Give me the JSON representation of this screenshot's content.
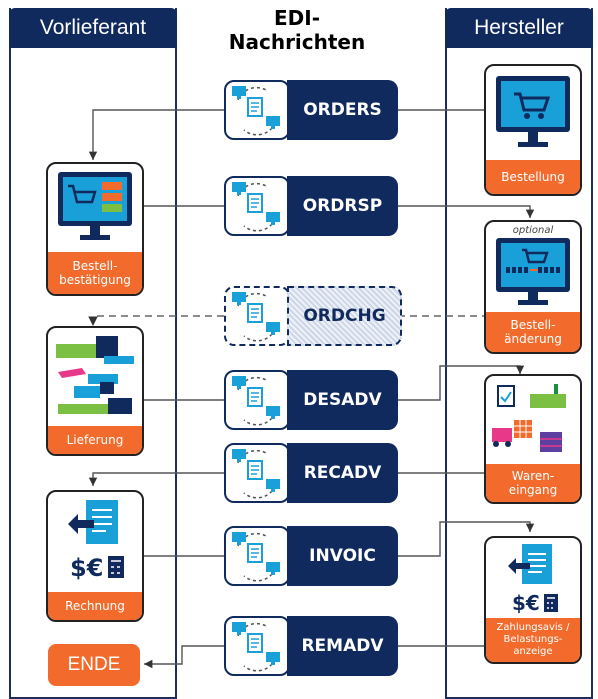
{
  "lanes": {
    "left": "Vorlieferant",
    "right": "Hersteller"
  },
  "center_title": {
    "line1": "EDI-",
    "line2": "Nachrichten"
  },
  "messages": [
    {
      "label": "ORDERS",
      "style": "solid"
    },
    {
      "label": "ORDRSP",
      "style": "solid"
    },
    {
      "label": "ORDCHG",
      "style": "dashed"
    },
    {
      "label": "DESADV",
      "style": "solid"
    },
    {
      "label": "RECADV",
      "style": "solid"
    },
    {
      "label": "INVOIC",
      "style": "solid"
    },
    {
      "label": "REMADV",
      "style": "solid"
    }
  ],
  "left_cards": {
    "bestellbestaetigung": "Bestell-\nbestätigung",
    "lieferung": "Lieferung",
    "rechnung": "Rechnung",
    "ende": "ENDE"
  },
  "right_cards": {
    "bestellung": "Bestellung",
    "bestellaenderung_note": "optional",
    "bestellaenderung": "Bestell-\nänderung",
    "wareneingang": "Waren-\neingang",
    "zahlungsavis": "Zahlungsavis /\nBelastungs-\nanzeige"
  },
  "icons": [
    "edi-document-exchange-icon",
    "monitor-cart-icon",
    "invoice-currency-icon",
    "truck-ship-plane-icon",
    "warehouse-goods-icon"
  ],
  "colors": {
    "navy": "#112a5e",
    "orange": "#f26b2c",
    "cyan": "#1aa0d8"
  }
}
